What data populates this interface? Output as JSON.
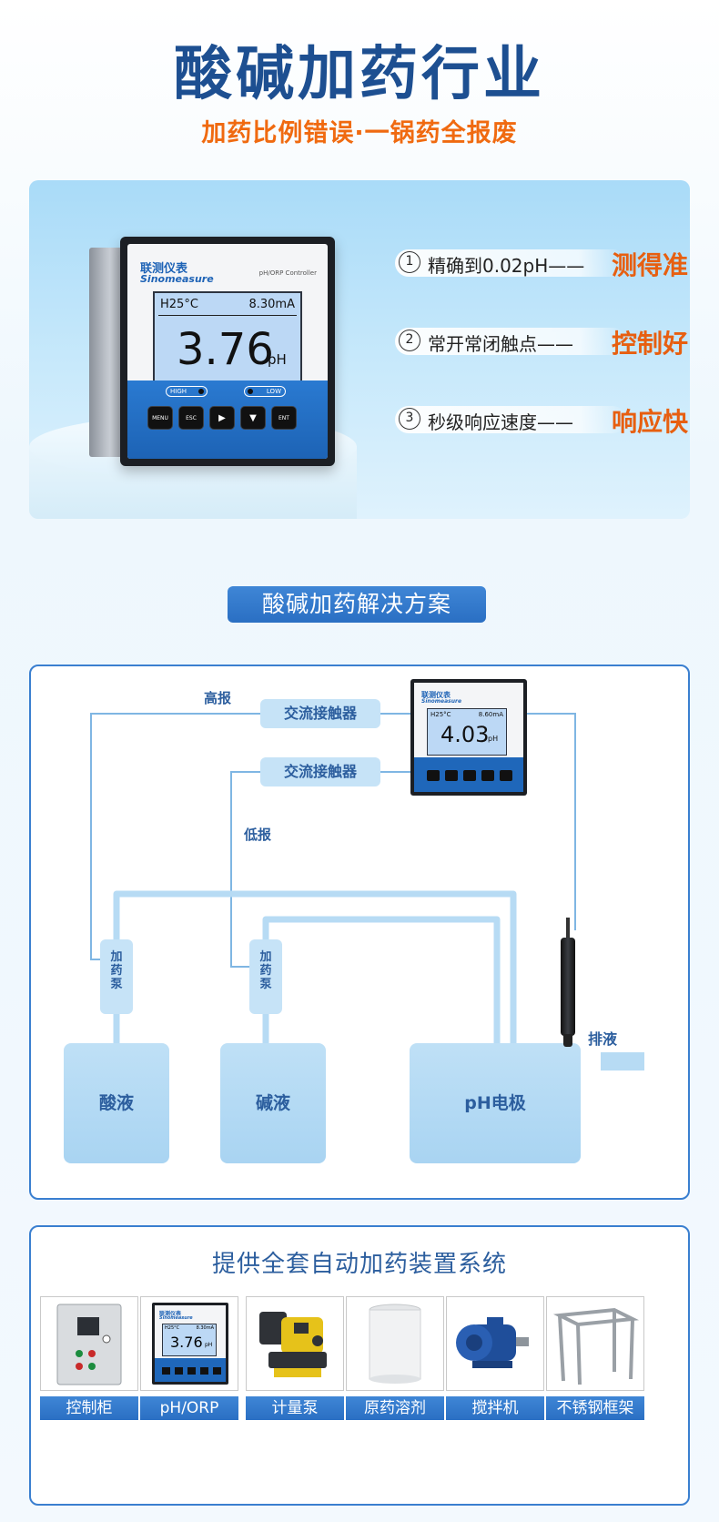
{
  "header": {
    "title": "酸碱加药行业",
    "subtitle": "加药比例错误·一锅药全报废"
  },
  "hero": {
    "device": {
      "brand_cn": "联测仪表",
      "brand_en": "Sinomeasure",
      "model": "pH/ORP Controller",
      "lcd_temp": "H25°C",
      "lcd_current": "8.30mA",
      "lcd_value": "3.76",
      "lcd_unit": "pH",
      "indicator_high": "HIGH",
      "indicator_low": "LOW",
      "keys": [
        "MENU",
        "ESC",
        "▶",
        "▼",
        "ENT"
      ]
    },
    "features": [
      {
        "num": "1",
        "text": "精确到0.02pH——",
        "emphasis": "测得准"
      },
      {
        "num": "2",
        "text": "常开常闭触点——",
        "emphasis": "控制好"
      },
      {
        "num": "3",
        "text": "秒级响应速度——",
        "emphasis": "响应快"
      }
    ],
    "colors": {
      "emphasis": "#e75f10",
      "panel": "#a9dbf8"
    }
  },
  "solution": {
    "label": "酸碱加药解决方案"
  },
  "diagram": {
    "high_alarm_label": "高报",
    "low_alarm_label": "低报",
    "contactor1": "交流接触器",
    "contactor2": "交流接触器",
    "pump1": "加药泵",
    "pump2": "加药泵",
    "tank_acid": "酸液",
    "tank_alkali": "碱液",
    "tank_ph": "pH电极",
    "drain_label": "排液",
    "small_device": {
      "brand_cn": "联测仪表",
      "brand_en": "Sinomeasure",
      "lcd_temp": "H25°C",
      "lcd_current": "8.60mA",
      "lcd_value": "4.03",
      "lcd_unit": "pH"
    }
  },
  "system": {
    "title": "提供全套自动加药装置系统",
    "products": [
      {
        "label": "控制柜",
        "icon": "control-cabinet-icon"
      },
      {
        "label": "pH/ORP",
        "icon": "ph-orp-controller-icon"
      },
      {
        "label": "计量泵",
        "icon": "metering-pump-icon"
      },
      {
        "label": "原药溶剂",
        "icon": "chemical-tank-icon"
      },
      {
        "label": "搅拌机",
        "icon": "mixer-motor-icon"
      },
      {
        "label": "不锈钢框架",
        "icon": "steel-frame-icon"
      }
    ],
    "small_ph": {
      "brand_cn": "联测仪表",
      "brand_en": "Sinomeasure",
      "lcd_temp": "H25°C",
      "lcd_current": "8.30mA",
      "lcd_value": "3.76",
      "lcd_unit": "pH"
    }
  }
}
